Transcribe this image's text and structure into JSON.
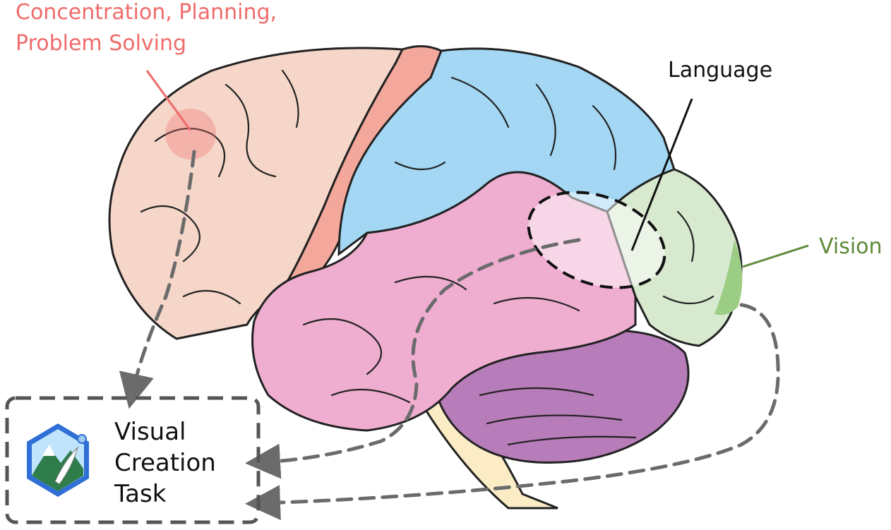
{
  "labels": {
    "concentration": [
      "Concentration, Planning,",
      "Problem Solving"
    ],
    "language": "Language",
    "vision": "Vision"
  },
  "task": {
    "lines": [
      "Visual",
      "Creation",
      "Task"
    ],
    "icon": "visual-creation-app-icon"
  },
  "colors": {
    "frontal": "#f5d6c9",
    "motor": "#f4a89c",
    "parietal": "#a3d7f4",
    "temporal": "#efadcf",
    "occipital": "#d7e9cf",
    "cerebellum": "#b77cba",
    "brainstem": "#fbecc5",
    "concentration_label": "#f06b6b",
    "vision_label": "#5e8a3a",
    "arrow": "#6b6b6b"
  }
}
